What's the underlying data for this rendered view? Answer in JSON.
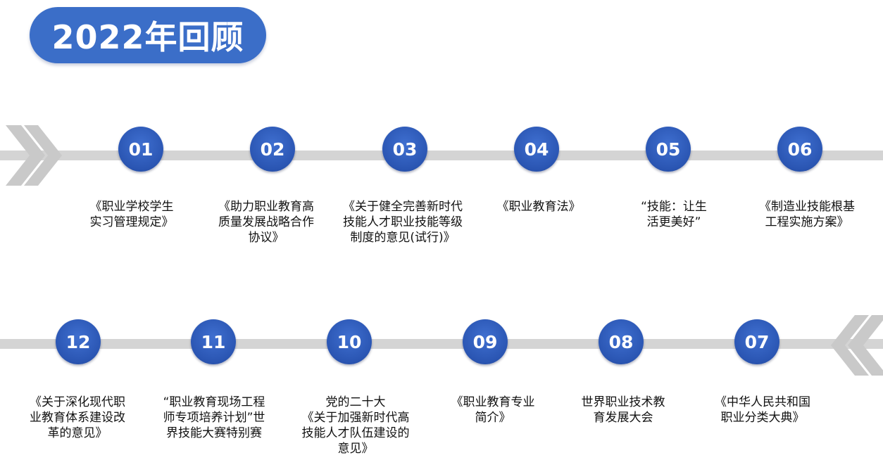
{
  "title": "2022年回顾",
  "colors": {
    "accent": "#3b6ec8",
    "node": "#2a55b2",
    "track": "#d4d4d4",
    "chevron": "#c9c9c9"
  },
  "icons": {
    "start": "double-chevron-right-icon",
    "end": "double-chevron-left-icon"
  },
  "top_row": [
    {
      "num": "01",
      "text": "《职业学校学生\n实习管理规定》"
    },
    {
      "num": "02",
      "text": "《助力职业教育高\n质量发展战略合作\n协议》"
    },
    {
      "num": "03",
      "text": "《关于健全完善新时代\n技能人才职业技能等级\n制度的意见(试行)》"
    },
    {
      "num": "04",
      "text": "《职业教育法》"
    },
    {
      "num": "05",
      "text": "“技能：让生\n活更美好”"
    },
    {
      "num": "06",
      "text": "《制造业技能根基\n工程实施方案》"
    }
  ],
  "bottom_row": [
    {
      "num": "12",
      "text": "《关于深化现代职\n业教育体系建设改\n革的意见》"
    },
    {
      "num": "11",
      "text": "“职业教育现场工程\n师专项培养计划”世\n界技能大赛特别赛"
    },
    {
      "num": "10",
      "text": "党的二十大\n《关于加强新时代高\n技能人才队伍建设的\n意见》"
    },
    {
      "num": "09",
      "text": "《职业教育专业\n简介》"
    },
    {
      "num": "08",
      "text": "世界职业技术教\n育发展大会"
    },
    {
      "num": "07",
      "text": "《中华人民共和国\n职业分类大典》"
    }
  ]
}
